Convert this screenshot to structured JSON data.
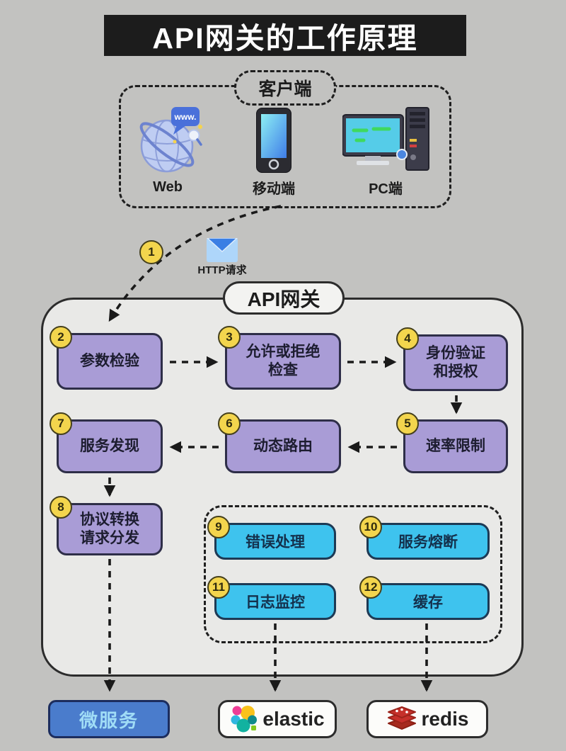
{
  "title": {
    "text": "API网关的工作原理"
  },
  "client": {
    "label": "客户端",
    "items": [
      {
        "label": "Web",
        "icon": "globe-www-icon"
      },
      {
        "label": "移动端",
        "icon": "smartphone-icon"
      },
      {
        "label": "PC端",
        "icon": "desktop-pc-icon"
      }
    ]
  },
  "request": {
    "badge": "1",
    "label": "HTTP请求",
    "icon": "envelope-icon"
  },
  "gateway": {
    "label": "API网关",
    "steps": [
      {
        "num": "2",
        "label": "参数检验"
      },
      {
        "num": "3",
        "label": "允许或拒绝\n检查"
      },
      {
        "num": "4",
        "label": "身份验证\n和授权"
      },
      {
        "num": "5",
        "label": "速率限制"
      },
      {
        "num": "6",
        "label": "动态路由"
      },
      {
        "num": "7",
        "label": "服务发现"
      },
      {
        "num": "8",
        "label": "协议转换\n请求分发"
      }
    ],
    "cross_cutting": [
      {
        "num": "9",
        "label": "错误处理"
      },
      {
        "num": "10",
        "label": "服务熔断"
      },
      {
        "num": "11",
        "label": "日志监控"
      },
      {
        "num": "12",
        "label": "缓存"
      }
    ]
  },
  "targets": [
    {
      "label": "微服务",
      "icon": "none"
    },
    {
      "label": "elastic",
      "icon": "elastic-logo-icon"
    },
    {
      "label": "redis",
      "icon": "redis-logo-icon"
    }
  ],
  "colors": {
    "page_bg": "#c2c2c0",
    "title_bg": "#1c1c1c",
    "gateway_bg": "#e9e9e7",
    "step_purple": "#a99cd6",
    "step_blue": "#3ec3ee",
    "badge_yellow": "#f3d54d",
    "microservice_blue": "#4a7ccc",
    "microservice_text": "#a0dcf6",
    "line_dark": "#1a1a1a"
  }
}
